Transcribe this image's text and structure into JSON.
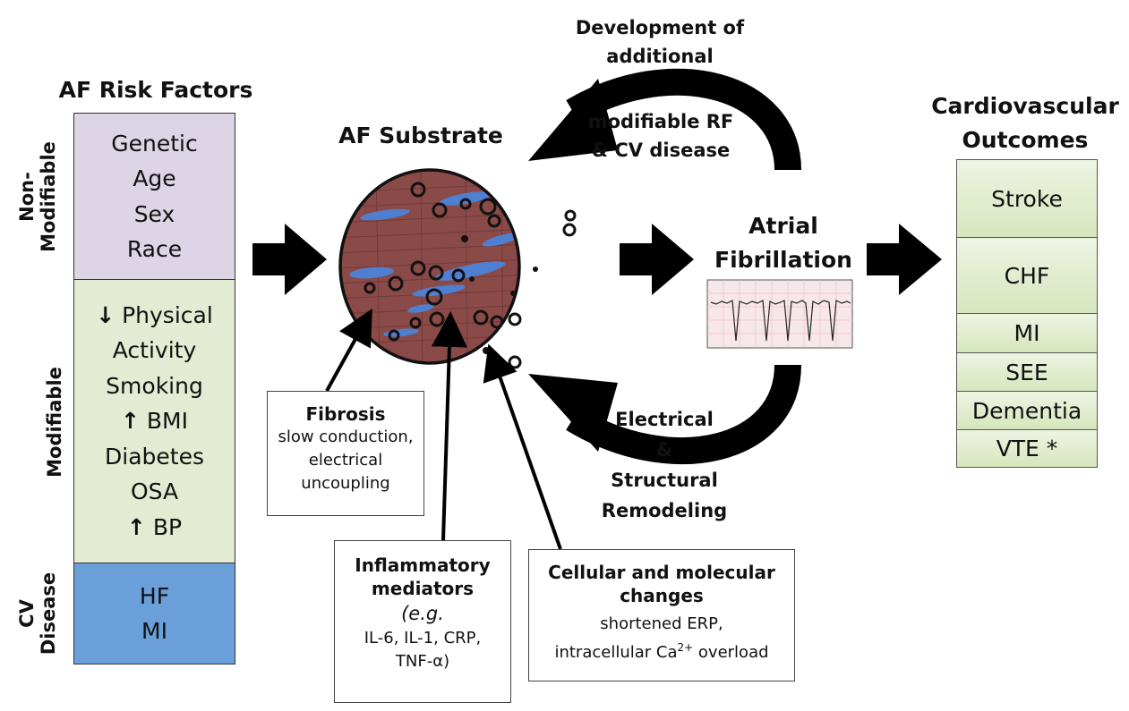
{
  "risk_factors": {
    "title": "AF Risk Factors",
    "non_modifiable": {
      "label_line1": "Non-",
      "label_line2": "Modifiable",
      "items": [
        "Genetic",
        "Age",
        "Sex",
        "Race"
      ],
      "color": "#ddd4e6"
    },
    "modifiable": {
      "label": "Modifiable",
      "items": [
        {
          "arrow": "down",
          "text": "Physical"
        },
        {
          "arrow": "",
          "text": "Activity"
        },
        {
          "arrow": "",
          "text": "Smoking"
        },
        {
          "arrow": "up",
          "text": "BMI"
        },
        {
          "arrow": "",
          "text": "Diabetes"
        },
        {
          "arrow": "",
          "text": "OSA"
        },
        {
          "arrow": "up",
          "text": "BP"
        }
      ],
      "color": "#e3ebd3"
    },
    "cv_disease": {
      "label_line1": "CV",
      "label_line2": "Disease",
      "items": [
        "HF",
        "MI"
      ],
      "color": "#6a9fd9"
    }
  },
  "substrate": {
    "title": "AF Substrate",
    "image": "myocardial-tissue-histology"
  },
  "cycle": {
    "top_line1": "Development of",
    "top_line2": "additional",
    "top_line3": "modifiable RF",
    "top_line4": "& CV disease",
    "bottom_line1": "Electrical",
    "bottom_line2": "&",
    "bottom_line3": "Structural",
    "bottom_line4": "Remodeling"
  },
  "af": {
    "line1": "Atrial",
    "line2": "Fibrillation",
    "image": "ecg-strip"
  },
  "outcomes": {
    "title_line1": "Cardiovascular",
    "title_line2": "Outcomes",
    "items": [
      "Stroke",
      "CHF",
      "MI",
      "SEE",
      "Dementia",
      "VTE *"
    ]
  },
  "callouts": {
    "fibrosis": {
      "title": "Fibrosis",
      "body_line1": "slow conduction,",
      "body_line2": "electrical",
      "body_line3": "uncoupling"
    },
    "inflammatory": {
      "title_line1": "Inflammatory",
      "title_line2": "mediators",
      "eg": "(e.g.",
      "body_line1": "IL-6, IL-1, CRP,",
      "body_line2": "TNF-α)"
    },
    "cellular": {
      "title_line1": "Cellular and molecular",
      "title_line2": "changes",
      "body_line1": "shortened ERP,",
      "body_line2_pre": "intracellular Ca",
      "body_line2_sup": "2+",
      "body_line2_post": " overload"
    }
  },
  "colors": {
    "arrow": "#000000",
    "tissue": "#8a4a48",
    "lesion_blue": "#4f7fd1",
    "ecg_bg": "#f7e6ea"
  }
}
